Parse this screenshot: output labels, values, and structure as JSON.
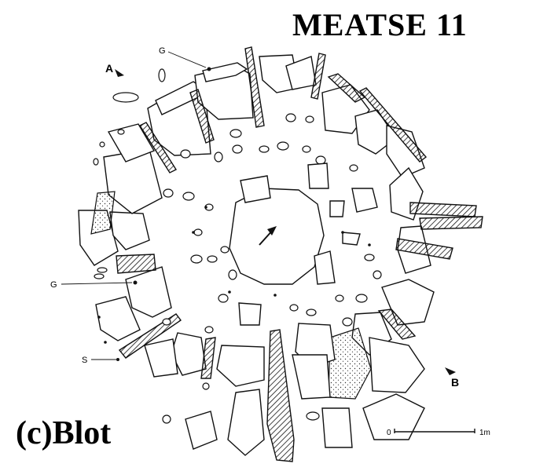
{
  "title": "MEATSE 11",
  "caption": "(c)Blot",
  "labels": {
    "a": "A",
    "b": "B",
    "g_top": "G",
    "g_left": "G",
    "s": "S"
  },
  "scale": {
    "start": "0",
    "end": "1m"
  }
}
